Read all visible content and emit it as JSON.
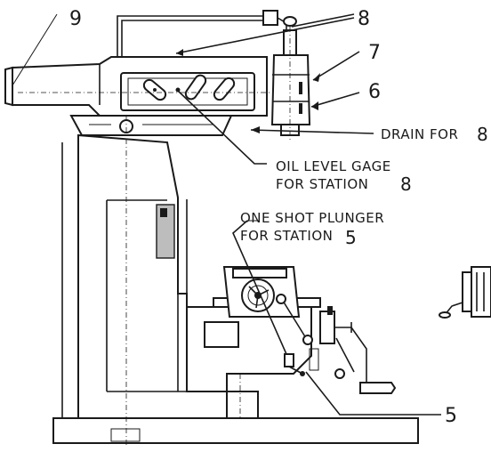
{
  "callouts": {
    "c9": "9",
    "c8": "8",
    "c7": "7",
    "c6": "6",
    "c5": "5"
  },
  "labels": {
    "drain_text": "DRAIN FOR",
    "drain_num": "8",
    "oil_line1": "OIL LEVEL GAGE",
    "oil_line2": "FOR STATION",
    "oil_num": "8",
    "plunger_line1": "ONE SHOT PLUNGER",
    "plunger_line2": "FOR STATION",
    "plunger_num": "5"
  }
}
